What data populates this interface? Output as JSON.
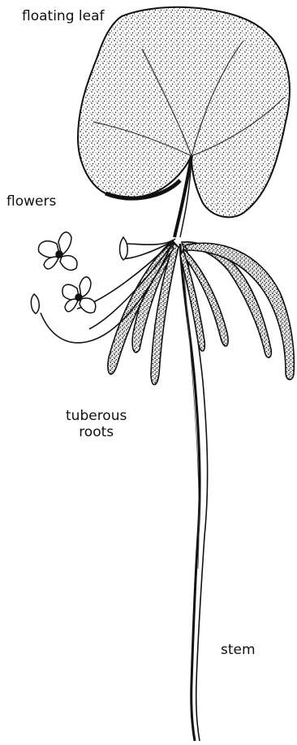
{
  "labels": {
    "floating_leaf": "floating leaf",
    "flowers": "flowers",
    "tuberous_roots_line1": "tuberous",
    "tuberous_roots_line2": "roots",
    "stem": "stem"
  },
  "colors": {
    "ink": "#111111",
    "background": "#ffffff"
  }
}
